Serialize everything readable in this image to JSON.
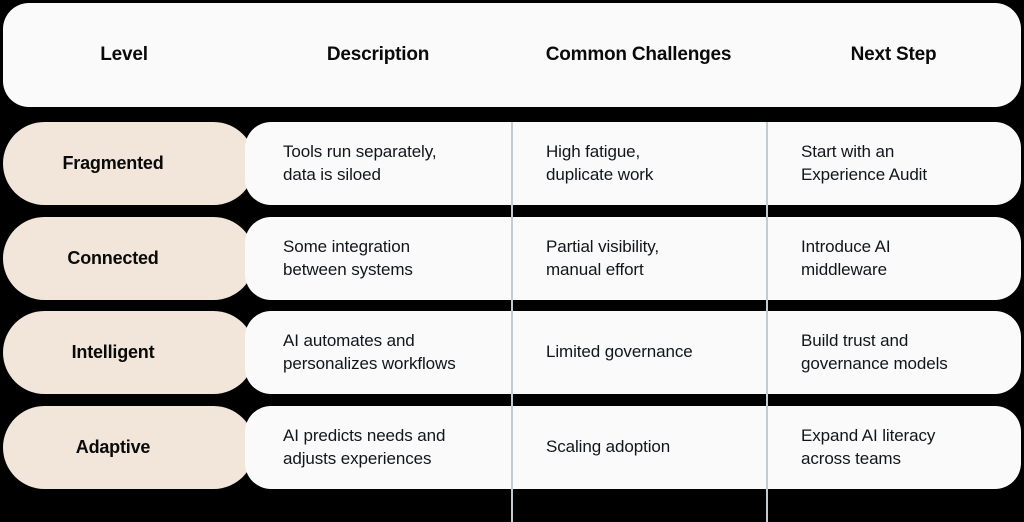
{
  "colors": {
    "background": "#000000",
    "card": "#FAFAFA",
    "level_pill": "#F2E6DB",
    "divider": "#C3CAD4",
    "text": "#0A0A0A"
  },
  "header": {
    "columns": [
      {
        "label": "Level"
      },
      {
        "label": "Description"
      },
      {
        "label": "Common\nChallenges"
      },
      {
        "label": "Next Step"
      }
    ]
  },
  "rows": [
    {
      "level": "Fragmented",
      "description": "Tools run separately,\ndata is siloed",
      "challenges": "High fatigue,\nduplicate work",
      "next_step": "Start with an\nExperience Audit"
    },
    {
      "level": "Connected",
      "description": "Some integration\nbetween systems",
      "challenges": "Partial visibility,\nmanual effort",
      "next_step": "Introduce AI\nmiddleware"
    },
    {
      "level": "Intelligent",
      "description": "AI automates and\npersonalizes workflows",
      "challenges": "Limited governance",
      "next_step": "Build trust and\ngovernance models"
    },
    {
      "level": "Adaptive",
      "description": "AI predicts needs and\nadjusts experiences",
      "challenges": "Scaling adoption",
      "next_step": "Expand AI literacy\nacross teams"
    }
  ]
}
